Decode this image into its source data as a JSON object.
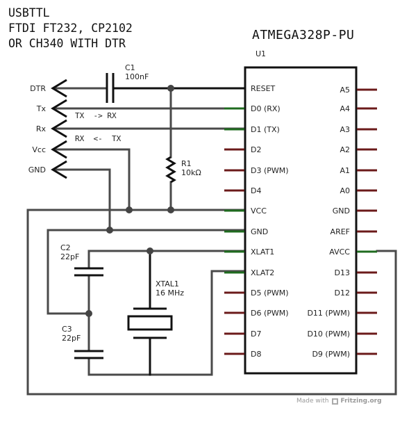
{
  "title_block": {
    "lines": [
      "USBTTL",
      "FTDI FT232, CP2102",
      "OR CH340 WITH DTR"
    ]
  },
  "chip": {
    "part": "ATMEGA328P-PU",
    "ref": "U1",
    "left_pins": [
      "RESET",
      "D0 (RX)",
      "D1 (TX)",
      "D2",
      "D3 (PWM)",
      "D4",
      "VCC",
      "GND",
      "XLAT1",
      "XLAT2",
      "D5 (PWM)",
      "D6 (PWM)",
      "D7",
      "D8"
    ],
    "right_pins": [
      "A5",
      "A4",
      "A3",
      "A2",
      "A1",
      "A0",
      "GND",
      "AREF",
      "AVCC",
      "D13",
      "D12",
      "D11 (PWM)",
      "D10 (PWM)",
      "D9 (PWM)"
    ],
    "left_connected": [
      true,
      true,
      true,
      false,
      false,
      false,
      true,
      true,
      true,
      true,
      false,
      false,
      false,
      false
    ],
    "right_connected": [
      false,
      false,
      false,
      false,
      false,
      false,
      false,
      false,
      true,
      false,
      false,
      false,
      false,
      false
    ]
  },
  "connector": {
    "pins": [
      "DTR",
      "Tx",
      "Rx",
      "Vcc",
      "GND"
    ]
  },
  "annotations": {
    "tx_rx": "TX  -> RX",
    "rx_tx": "RX  <-  TX"
  },
  "components": {
    "c1": {
      "ref": "C1",
      "value": "100nF"
    },
    "r1": {
      "ref": "R1",
      "value": "10kΩ"
    },
    "c2": {
      "ref": "C2",
      "value": "22pF"
    },
    "c3": {
      "ref": "C3",
      "value": "22pF"
    },
    "xtal1": {
      "ref": "XTAL1",
      "value": "16 MHz"
    }
  },
  "colors": {
    "wire": "#4a4a4a",
    "wire_dark": "#111111",
    "unconnected_pin": "#6b1a1a",
    "connected_pin": "#1f6b1f"
  },
  "footer": {
    "made_with": "Made with",
    "brand": "Fritzing.org"
  }
}
